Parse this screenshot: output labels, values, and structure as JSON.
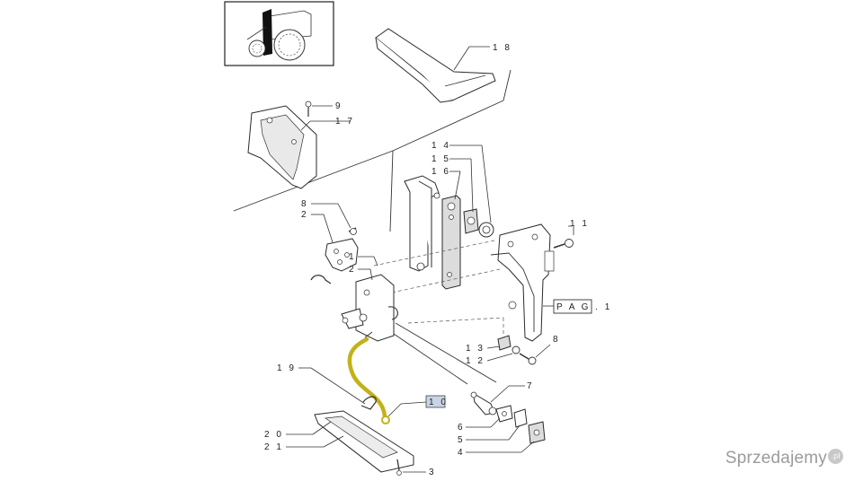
{
  "callouts": {
    "n18": "1 8",
    "n9": "9",
    "n17": "1 7",
    "n14": "1 4",
    "n15": "1 5",
    "n16": "1 6",
    "n8a": "8",
    "n2a": "2",
    "n11": "1 1",
    "n1": "1",
    "n2b": "2",
    "pag": "P A G . 1",
    "n13": "1 3",
    "n12": "1 2",
    "n8b": "8",
    "n19": "1 9",
    "n10": "1 0",
    "n7": "7",
    "n6": "6",
    "n5": "5",
    "n4": "4",
    "n20": "2 0",
    "n21": "2 1",
    "n3": "3"
  },
  "highlight": {
    "cable_color": "#c2b21a",
    "box_color": "#c9d3e6"
  },
  "watermark": {
    "text": "Sprzedajemy",
    "tld": ".pl"
  }
}
